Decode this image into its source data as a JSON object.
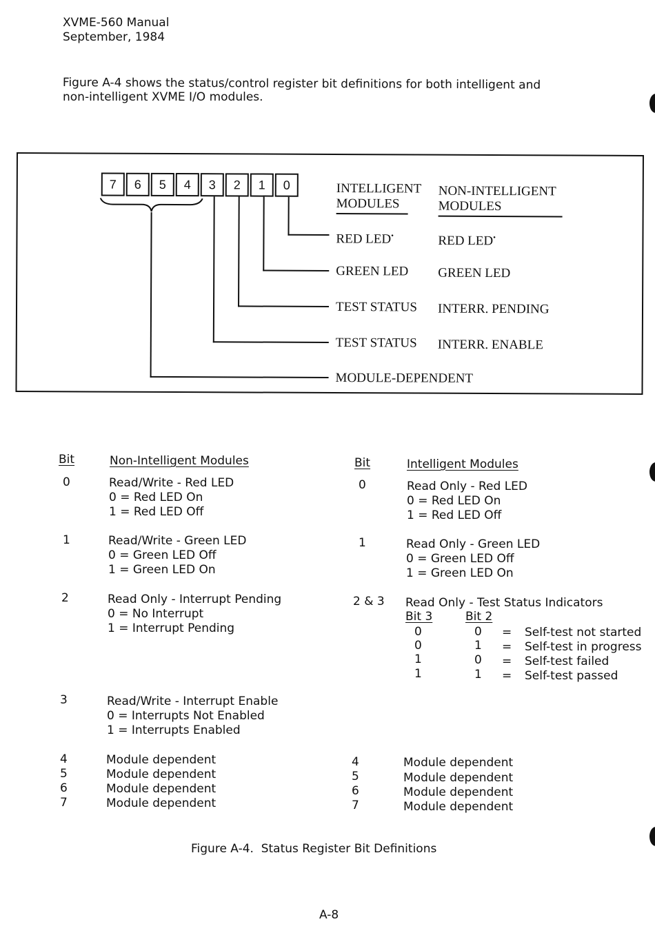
{
  "header": {
    "line1": "XVME-560 Manual",
    "line2": "September, 1984"
  },
  "intro": {
    "line1": "Figure A-4 shows the status/control register bit definitions for both intelligent and",
    "line2": "non-intelligent XVME I/O modules."
  },
  "diagram": {
    "bits": [
      "7",
      "6",
      "5",
      "4",
      "3",
      "2",
      "1",
      "0"
    ],
    "header_intelligent": [
      "INTELLIGENT",
      "MODULES"
    ],
    "header_non_intelligent": [
      "NON-INTELLIGENT",
      "MODULES"
    ],
    "rows": [
      {
        "intelligent": "RED LED",
        "non_intelligent": "RED LED"
      },
      {
        "intelligent": "GREEN LED",
        "non_intelligent": "GREEN LED"
      },
      {
        "intelligent": "TEST STATUS",
        "non_intelligent": "INTERR. PENDING"
      },
      {
        "intelligent": "TEST STATUS",
        "non_intelligent": "INTERR. ENABLE"
      },
      {
        "intelligent": "MODULE-DEPENDENT",
        "non_intelligent": ""
      }
    ],
    "footnote_mark": "•"
  },
  "table": {
    "left_bit_header": "Bit",
    "left_title": "Non-Intelligent Modules",
    "right_bit_header": "Bit",
    "right_title": "Intelligent Modules",
    "left": [
      {
        "bit": "0",
        "lines": [
          "Read/Write - Red LED",
          "0 = Red LED On",
          "1 = Red LED Off"
        ]
      },
      {
        "bit": "1",
        "lines": [
          "Read/Write - Green LED",
          "0 = Green LED Off",
          "1 = Green LED On"
        ]
      },
      {
        "bit": "2",
        "lines": [
          "Read Only - Interrupt Pending",
          "0 = No Interrupt",
          "1 = Interrupt Pending"
        ]
      },
      {
        "bit": "3",
        "lines": [
          "Read/Write - Interrupt Enable",
          "0 = Interrupts Not Enabled",
          "1 = Interrupts Enabled"
        ]
      },
      {
        "bit": "4",
        "lines": [
          "Module dependent"
        ]
      },
      {
        "bit": "5",
        "lines": [
          "Module dependent"
        ]
      },
      {
        "bit": "6",
        "lines": [
          "Module dependent"
        ]
      },
      {
        "bit": "7",
        "lines": [
          "Module dependent"
        ]
      }
    ],
    "right": [
      {
        "bit": "0",
        "lines": [
          "Read Only - Red LED",
          "0 = Red LED On",
          "1 = Red LED Off"
        ]
      },
      {
        "bit": "1",
        "lines": [
          "Read Only - Green LED",
          "0 = Green LED Off",
          "1 = Green LED On"
        ]
      },
      {
        "bit": "2 & 3",
        "lines": [
          "Read Only - Test Status Indicators"
        ]
      },
      {
        "bit": "4",
        "lines": [
          "Module dependent"
        ]
      },
      {
        "bit": "5",
        "lines": [
          "Module dependent"
        ]
      },
      {
        "bit": "6",
        "lines": [
          "Module dependent"
        ]
      },
      {
        "bit": "7",
        "lines": [
          "Module dependent"
        ]
      }
    ],
    "test_status": {
      "headers": [
        "Bit 3",
        "Bit 2"
      ],
      "rows": [
        {
          "b3": "0",
          "b2": "0",
          "eq": "=",
          "desc": "Self-test not started"
        },
        {
          "b3": "0",
          "b2": "1",
          "eq": "=",
          "desc": "Self-test in progress"
        },
        {
          "b3": "1",
          "b2": "0",
          "eq": "=",
          "desc": "Self-test failed"
        },
        {
          "b3": "1",
          "b2": "1",
          "eq": "=",
          "desc": "Self-test passed"
        }
      ]
    }
  },
  "caption": "Figure A-4.  Status Register Bit Definitions",
  "page_number": "A-8"
}
